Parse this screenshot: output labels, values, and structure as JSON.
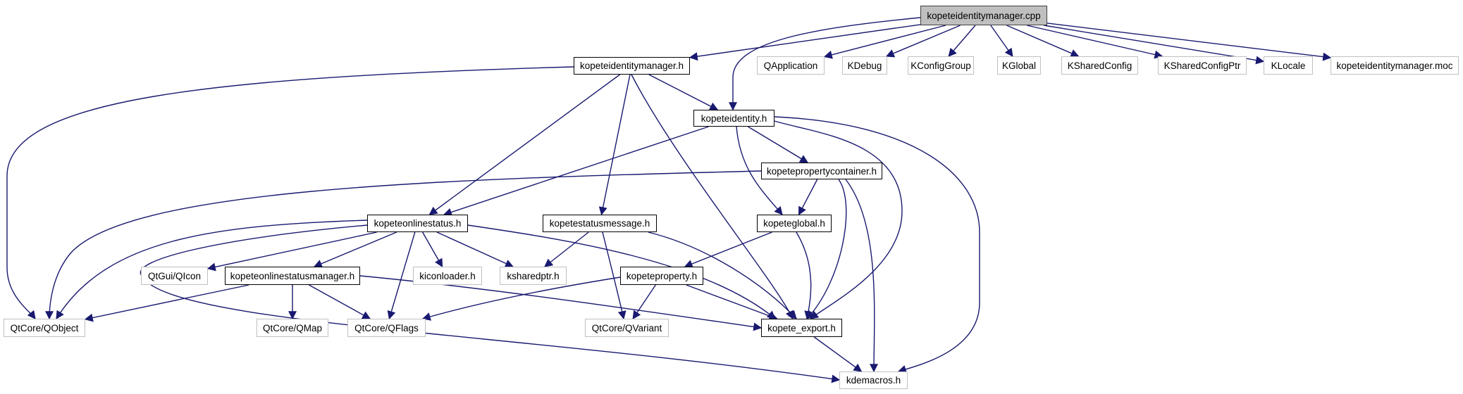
{
  "title": "kopeteidentitymanager.cpp include dependency graph",
  "colors": {
    "edge": "#191970",
    "root_fill": "#bfbfbf",
    "doc_border": "#000000",
    "ext_border": "#c0c0c0"
  },
  "nodes": [
    {
      "id": "cpp",
      "label": "kopeteidentitymanager.cpp",
      "kind": "root"
    },
    {
      "id": "idmgr_h",
      "label": "kopeteidentitymanager.h",
      "kind": "doc"
    },
    {
      "id": "qapp",
      "label": "QApplication",
      "kind": "ext"
    },
    {
      "id": "kdebug",
      "label": "KDebug",
      "kind": "ext"
    },
    {
      "id": "kcfggrp",
      "label": "KConfigGroup",
      "kind": "ext"
    },
    {
      "id": "kglobal",
      "label": "KGlobal",
      "kind": "ext"
    },
    {
      "id": "kshcfg",
      "label": "KSharedConfig",
      "kind": "ext"
    },
    {
      "id": "kshcfgptr",
      "label": "KSharedConfigPtr",
      "kind": "ext"
    },
    {
      "id": "klocale",
      "label": "KLocale",
      "kind": "ext"
    },
    {
      "id": "moc",
      "label": "kopeteidentitymanager.moc",
      "kind": "ext"
    },
    {
      "id": "ident_h",
      "label": "kopeteidentity.h",
      "kind": "doc"
    },
    {
      "id": "propc_h",
      "label": "kopetepropertycontainer.h",
      "kind": "doc"
    },
    {
      "id": "onl_h",
      "label": "kopeteonlinestatus.h",
      "kind": "doc"
    },
    {
      "id": "smsg_h",
      "label": "kopetestatusmessage.h",
      "kind": "doc"
    },
    {
      "id": "glob_h",
      "label": "kopeteglobal.h",
      "kind": "doc"
    },
    {
      "id": "qicon",
      "label": "QtGui/QIcon",
      "kind": "ext"
    },
    {
      "id": "onlmgr_h",
      "label": "kopeteonlinestatusmanager.h",
      "kind": "doc"
    },
    {
      "id": "kicon",
      "label": "kiconloader.h",
      "kind": "ext"
    },
    {
      "id": "kshptr",
      "label": "ksharedptr.h",
      "kind": "ext"
    },
    {
      "id": "prop_h",
      "label": "kopeteproperty.h",
      "kind": "doc"
    },
    {
      "id": "qobject",
      "label": "QtCore/QObject",
      "kind": "ext"
    },
    {
      "id": "qmap",
      "label": "QtCore/QMap",
      "kind": "ext"
    },
    {
      "id": "qflags",
      "label": "QtCore/QFlags",
      "kind": "ext"
    },
    {
      "id": "qvariant",
      "label": "QtCore/QVariant",
      "kind": "ext"
    },
    {
      "id": "export_h",
      "label": "kopete_export.h",
      "kind": "doc"
    },
    {
      "id": "kdemacros",
      "label": "kdemacros.h",
      "kind": "ext"
    }
  ],
  "edges": [
    [
      "cpp",
      "idmgr_h"
    ],
    [
      "cpp",
      "ident_h"
    ],
    [
      "cpp",
      "qapp"
    ],
    [
      "cpp",
      "kdebug"
    ],
    [
      "cpp",
      "kcfggrp"
    ],
    [
      "cpp",
      "kglobal"
    ],
    [
      "cpp",
      "kshcfg"
    ],
    [
      "cpp",
      "kshcfgptr"
    ],
    [
      "cpp",
      "klocale"
    ],
    [
      "cpp",
      "moc"
    ],
    [
      "idmgr_h",
      "qobject"
    ],
    [
      "idmgr_h",
      "onl_h"
    ],
    [
      "idmgr_h",
      "smsg_h"
    ],
    [
      "idmgr_h",
      "ident_h"
    ],
    [
      "idmgr_h",
      "export_h"
    ],
    [
      "ident_h",
      "onl_h"
    ],
    [
      "ident_h",
      "propc_h"
    ],
    [
      "ident_h",
      "glob_h"
    ],
    [
      "ident_h",
      "export_h"
    ],
    [
      "ident_h",
      "kdemacros"
    ],
    [
      "propc_h",
      "qobject"
    ],
    [
      "propc_h",
      "glob_h"
    ],
    [
      "propc_h",
      "export_h"
    ],
    [
      "propc_h",
      "kdemacros"
    ],
    [
      "onl_h",
      "qobject"
    ],
    [
      "onl_h",
      "qicon"
    ],
    [
      "onl_h",
      "onlmgr_h"
    ],
    [
      "onl_h",
      "qflags"
    ],
    [
      "onl_h",
      "kicon"
    ],
    [
      "onl_h",
      "kshptr"
    ],
    [
      "onl_h",
      "export_h"
    ],
    [
      "onl_h",
      "kdemacros"
    ],
    [
      "smsg_h",
      "kshptr"
    ],
    [
      "smsg_h",
      "qvariant"
    ],
    [
      "smsg_h",
      "export_h"
    ],
    [
      "glob_h",
      "prop_h"
    ],
    [
      "glob_h",
      "export_h"
    ],
    [
      "onlmgr_h",
      "qobject"
    ],
    [
      "onlmgr_h",
      "qmap"
    ],
    [
      "onlmgr_h",
      "qflags"
    ],
    [
      "onlmgr_h",
      "export_h"
    ],
    [
      "prop_h",
      "qflags"
    ],
    [
      "prop_h",
      "qvariant"
    ],
    [
      "prop_h",
      "export_h"
    ],
    [
      "export_h",
      "kdemacros"
    ]
  ]
}
